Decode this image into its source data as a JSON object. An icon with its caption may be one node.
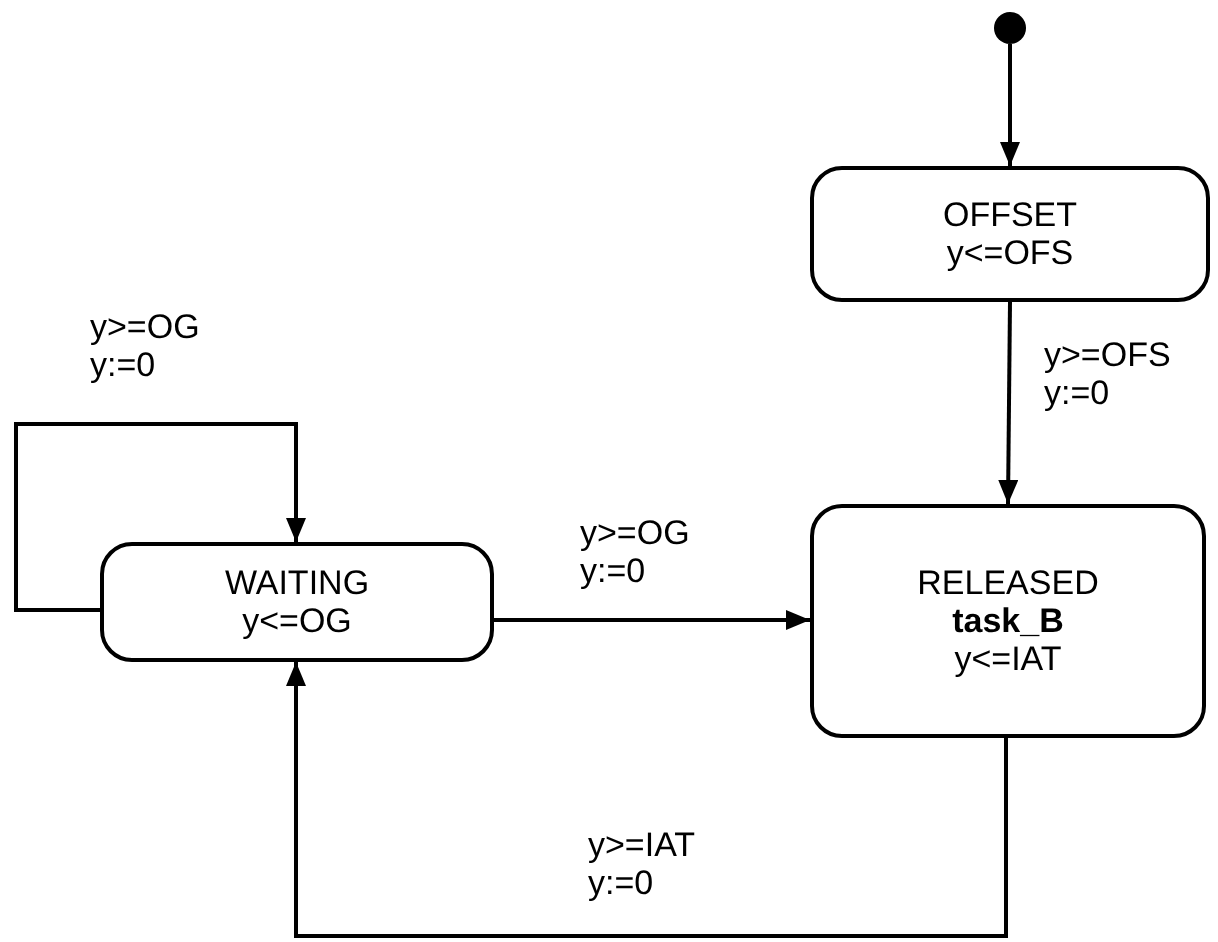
{
  "diagram": {
    "nodes": [
      {
        "text": [],
        "shape": "circle"
      },
      {
        "text": [
          "OFFSET",
          "y<=OFS"
        ]
      },
      {
        "text": [
          "WAITING",
          "y<=OG"
        ]
      },
      {
        "text": [
          "RELEASED",
          "task_B",
          "y<=IAT"
        ]
      }
    ],
    "edges": [
      {
        "from": 0,
        "to": 1,
        "arrow": "to"
      },
      {
        "from": 1,
        "to": 3,
        "arrow": "to",
        "label": "y>=OFS y:=0"
      },
      {
        "from": 2,
        "to": 2,
        "arrow": "to",
        "label": "y>=OG y:=0"
      },
      {
        "from": 2,
        "to": 3,
        "arrow": "to",
        "label": "y>=OG y:=0"
      },
      {
        "from": 3,
        "to": 2,
        "arrow": "to",
        "label": "y>=IAT y:=0"
      }
    ]
  }
}
